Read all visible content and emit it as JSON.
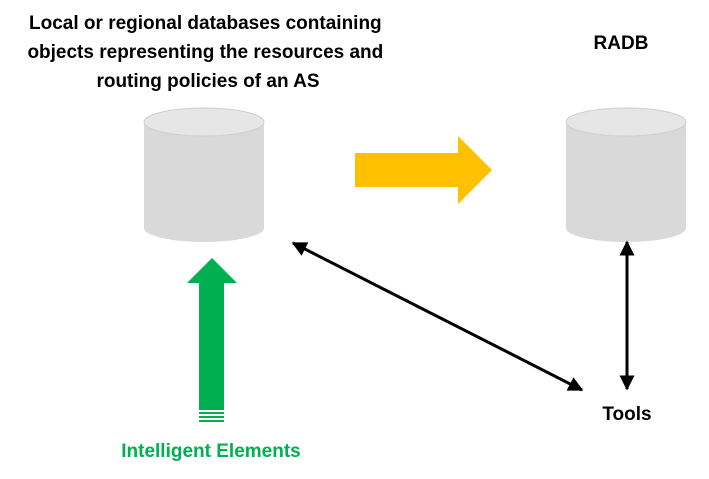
{
  "diagram": {
    "local_db_label_lines": [
      "Local or regional databases containing",
      "objects representing the resources and",
      "routing policies of an AS"
    ],
    "radb_label": "RADB",
    "tools_label": "Tools",
    "intelligent_elements_label": "Intelligent Elements"
  },
  "colors": {
    "cylinder_fill": "#d9d9d9",
    "cylinder_top": "#e6e6e6",
    "publish_arrow": "#ffc000",
    "intelligent_arrow": "#00b050",
    "intelligent_text": "#00b050",
    "connector": "#000000",
    "text": "#000000"
  }
}
